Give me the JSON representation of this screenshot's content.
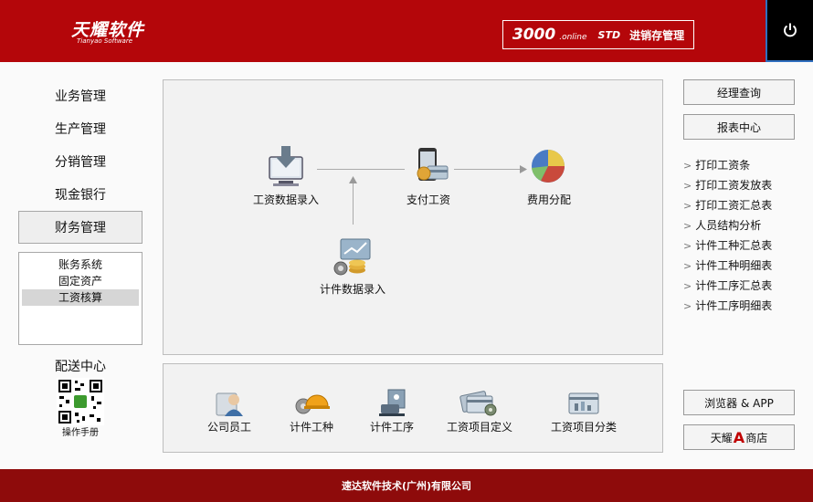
{
  "header": {
    "logo_cn": "天耀软件",
    "logo_en": "Tianyao Software",
    "product_num": "3000",
    "product_online": ".online",
    "product_std": "STD",
    "product_mgmt": "进销存管理"
  },
  "sidebar": {
    "items": [
      {
        "label": "业务管理"
      },
      {
        "label": "生产管理"
      },
      {
        "label": "分销管理"
      },
      {
        "label": "现金银行"
      },
      {
        "label": "财务管理"
      }
    ],
    "submenu": [
      {
        "label": "账务系统"
      },
      {
        "label": "固定资产"
      },
      {
        "label": "工资核算"
      }
    ],
    "delivery": "配送中心",
    "manual": "操作手册"
  },
  "flow": {
    "salary_entry": "工资数据录入",
    "pay_salary": "支付工资",
    "expense_alloc": "费用分配",
    "piece_entry": "计件数据录入"
  },
  "bottom": {
    "items": [
      {
        "label": "公司员工"
      },
      {
        "label": "计件工种"
      },
      {
        "label": "计件工序"
      },
      {
        "label": "工资项目定义"
      },
      {
        "label": "工资项目分类"
      }
    ]
  },
  "right": {
    "manager_query": "经理查询",
    "report_center": "报表中心",
    "reports": [
      {
        "label": "打印工资条"
      },
      {
        "label": "打印工资发放表"
      },
      {
        "label": "打印工资汇总表"
      },
      {
        "label": "人员结构分析"
      },
      {
        "label": "计件工种汇总表"
      },
      {
        "label": "计件工种明细表"
      },
      {
        "label": "计件工序汇总表"
      },
      {
        "label": "计件工序明细表"
      }
    ],
    "browser_app": "浏览器 & APP",
    "store_pre": "天耀",
    "store_a": "A",
    "store_post": "商店"
  },
  "footer": {
    "company": "速达软件技术(广州)有限公司"
  },
  "colors": {
    "header_bg": "#b4060a",
    "footer_bg": "#8e0b0b",
    "store_a": "#c00000"
  }
}
